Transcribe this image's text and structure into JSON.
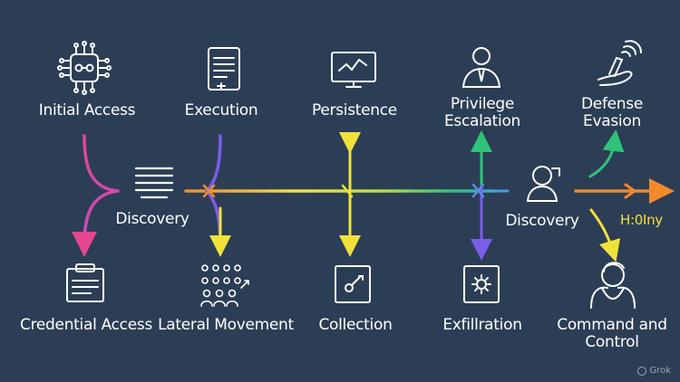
{
  "labels": {
    "initial_access": "Initial Access",
    "execution": "Execution",
    "persistence": "Persistence",
    "privilege_escalation_1": "Privilege",
    "privilege_escalation_2": "Escalation",
    "defense_evasion_1": "Defense",
    "defense_evasion_2": "Evasion",
    "discovery_left": "Discovery",
    "discovery_right": "Discovery",
    "hoiny": "H:0Iny",
    "credential_access": "Credential Access",
    "lateral_movement": "Lateral Movement",
    "collection": "Collection",
    "exfiltration": "Exfillration",
    "command_control_1": "Command and",
    "command_control_2": "Control"
  },
  "watermark": "Grok",
  "colors": {
    "background": "#2c3e55",
    "pink": "#e4468f",
    "purple": "#7b5de8",
    "orange": "#f08a2b",
    "yellow": "#f1e23a",
    "green": "#2fc37a",
    "icon": "#ffffff"
  }
}
